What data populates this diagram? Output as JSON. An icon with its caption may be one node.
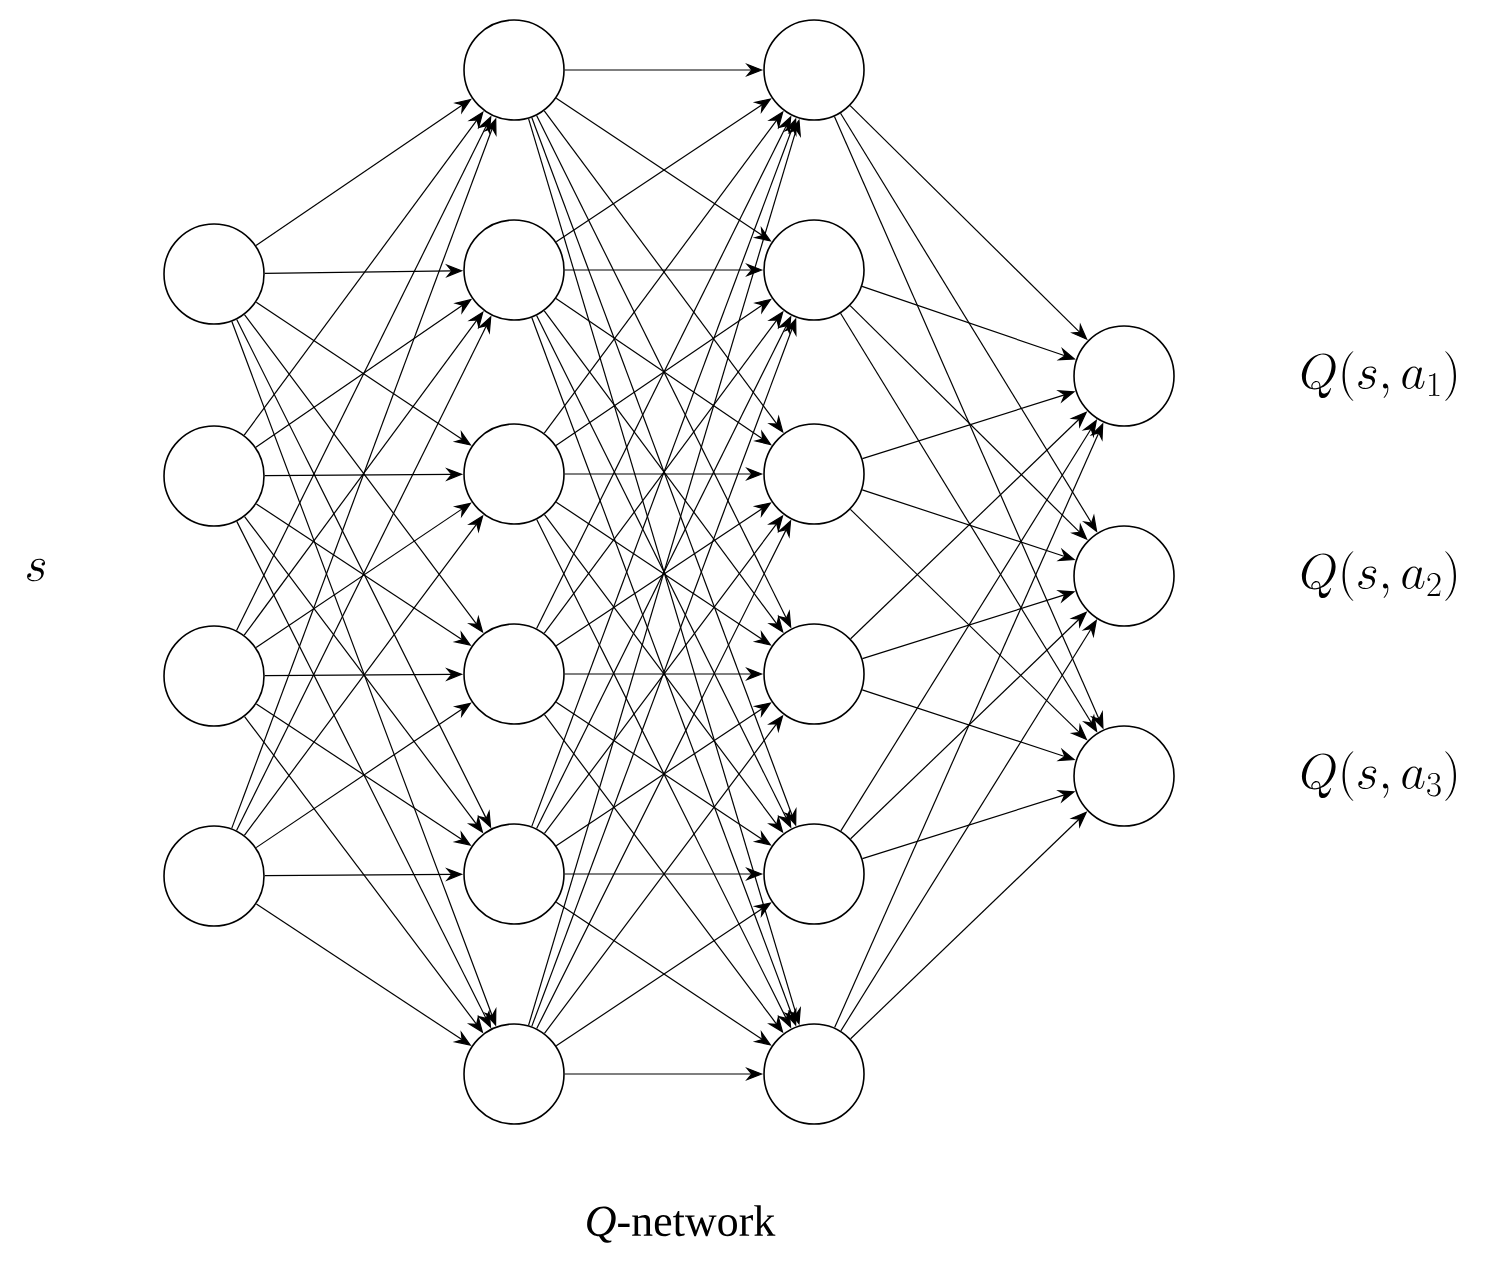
{
  "diagram": {
    "caption": "*Q*-network",
    "nodes": [
      {
        "text": [],
        "shape": "circle"
      },
      {
        "text": [],
        "shape": "circle"
      },
      {
        "text": [],
        "shape": "circle"
      },
      {
        "text": [],
        "shape": "circle"
      },
      {
        "text": [],
        "shape": "circle"
      },
      {
        "text": [],
        "shape": "circle"
      },
      {
        "text": [],
        "shape": "circle"
      },
      {
        "text": [],
        "shape": "circle"
      },
      {
        "text": [],
        "shape": "circle"
      },
      {
        "text": [],
        "shape": "circle"
      },
      {
        "text": [],
        "shape": "circle"
      },
      {
        "text": [],
        "shape": "circle"
      },
      {
        "text": [],
        "shape": "circle"
      },
      {
        "text": [],
        "shape": "circle"
      },
      {
        "text": [],
        "shape": "circle"
      },
      {
        "text": [],
        "shape": "circle"
      },
      {
        "text": [],
        "shape": "circle"
      },
      {
        "text": [],
        "shape": "circle"
      },
      {
        "text": [],
        "shape": "circle"
      }
    ],
    "edges": [
      {
        "from": 0,
        "to": 4,
        "arrow": "to"
      },
      {
        "from": 0,
        "to": 5,
        "arrow": "to"
      },
      {
        "from": 0,
        "to": 6,
        "arrow": "to"
      },
      {
        "from": 0,
        "to": 7,
        "arrow": "to"
      },
      {
        "from": 0,
        "to": 8,
        "arrow": "to"
      },
      {
        "from": 0,
        "to": 9,
        "arrow": "to"
      },
      {
        "from": 1,
        "to": 4,
        "arrow": "to"
      },
      {
        "from": 1,
        "to": 5,
        "arrow": "to"
      },
      {
        "from": 1,
        "to": 6,
        "arrow": "to"
      },
      {
        "from": 1,
        "to": 7,
        "arrow": "to"
      },
      {
        "from": 1,
        "to": 8,
        "arrow": "to"
      },
      {
        "from": 1,
        "to": 9,
        "arrow": "to"
      },
      {
        "from": 2,
        "to": 4,
        "arrow": "to"
      },
      {
        "from": 2,
        "to": 5,
        "arrow": "to"
      },
      {
        "from": 2,
        "to": 6,
        "arrow": "to"
      },
      {
        "from": 2,
        "to": 7,
        "arrow": "to"
      },
      {
        "from": 2,
        "to": 8,
        "arrow": "to"
      },
      {
        "from": 2,
        "to": 9,
        "arrow": "to"
      },
      {
        "from": 3,
        "to": 4,
        "arrow": "to"
      },
      {
        "from": 3,
        "to": 5,
        "arrow": "to"
      },
      {
        "from": 3,
        "to": 6,
        "arrow": "to"
      },
      {
        "from": 3,
        "to": 7,
        "arrow": "to"
      },
      {
        "from": 3,
        "to": 8,
        "arrow": "to"
      },
      {
        "from": 3,
        "to": 9,
        "arrow": "to"
      },
      {
        "from": 4,
        "to": 10,
        "arrow": "to"
      },
      {
        "from": 4,
        "to": 11,
        "arrow": "to"
      },
      {
        "from": 4,
        "to": 12,
        "arrow": "to"
      },
      {
        "from": 4,
        "to": 13,
        "arrow": "to"
      },
      {
        "from": 4,
        "to": 14,
        "arrow": "to"
      },
      {
        "from": 4,
        "to": 15,
        "arrow": "to"
      },
      {
        "from": 5,
        "to": 10,
        "arrow": "to"
      },
      {
        "from": 5,
        "to": 11,
        "arrow": "to"
      },
      {
        "from": 5,
        "to": 12,
        "arrow": "to"
      },
      {
        "from": 5,
        "to": 13,
        "arrow": "to"
      },
      {
        "from": 5,
        "to": 14,
        "arrow": "to"
      },
      {
        "from": 5,
        "to": 15,
        "arrow": "to"
      },
      {
        "from": 6,
        "to": 10,
        "arrow": "to"
      },
      {
        "from": 6,
        "to": 11,
        "arrow": "to"
      },
      {
        "from": 6,
        "to": 12,
        "arrow": "to"
      },
      {
        "from": 6,
        "to": 13,
        "arrow": "to"
      },
      {
        "from": 6,
        "to": 14,
        "arrow": "to"
      },
      {
        "from": 6,
        "to": 15,
        "arrow": "to"
      },
      {
        "from": 7,
        "to": 10,
        "arrow": "to"
      },
      {
        "from": 7,
        "to": 11,
        "arrow": "to"
      },
      {
        "from": 7,
        "to": 12,
        "arrow": "to"
      },
      {
        "from": 7,
        "to": 13,
        "arrow": "to"
      },
      {
        "from": 7,
        "to": 14,
        "arrow": "to"
      },
      {
        "from": 7,
        "to": 15,
        "arrow": "to"
      },
      {
        "from": 8,
        "to": 10,
        "arrow": "to"
      },
      {
        "from": 8,
        "to": 11,
        "arrow": "to"
      },
      {
        "from": 8,
        "to": 12,
        "arrow": "to"
      },
      {
        "from": 8,
        "to": 13,
        "arrow": "to"
      },
      {
        "from": 8,
        "to": 14,
        "arrow": "to"
      },
      {
        "from": 8,
        "to": 15,
        "arrow": "to"
      },
      {
        "from": 9,
        "to": 10,
        "arrow": "to"
      },
      {
        "from": 9,
        "to": 11,
        "arrow": "to"
      },
      {
        "from": 9,
        "to": 12,
        "arrow": "to"
      },
      {
        "from": 9,
        "to": 13,
        "arrow": "to"
      },
      {
        "from": 9,
        "to": 14,
        "arrow": "to"
      },
      {
        "from": 9,
        "to": 15,
        "arrow": "to"
      },
      {
        "from": 10,
        "to": 16,
        "arrow": "to"
      },
      {
        "from": 10,
        "to": 17,
        "arrow": "to"
      },
      {
        "from": 10,
        "to": 18,
        "arrow": "to"
      },
      {
        "from": 11,
        "to": 16,
        "arrow": "to"
      },
      {
        "from": 11,
        "to": 17,
        "arrow": "to"
      },
      {
        "from": 11,
        "to": 18,
        "arrow": "to"
      },
      {
        "from": 12,
        "to": 16,
        "arrow": "to"
      },
      {
        "from": 12,
        "to": 17,
        "arrow": "to"
      },
      {
        "from": 12,
        "to": 18,
        "arrow": "to"
      },
      {
        "from": 13,
        "to": 16,
        "arrow": "to"
      },
      {
        "from": 13,
        "to": 17,
        "arrow": "to"
      },
      {
        "from": 13,
        "to": 18,
        "arrow": "to"
      },
      {
        "from": 14,
        "to": 16,
        "arrow": "to"
      },
      {
        "from": 14,
        "to": 17,
        "arrow": "to"
      },
      {
        "from": 14,
        "to": 18,
        "arrow": "to"
      },
      {
        "from": 15,
        "to": 16,
        "arrow": "to"
      },
      {
        "from": 15,
        "to": 17,
        "arrow": "to"
      },
      {
        "from": 15,
        "to": 18,
        "arrow": "to"
      }
    ],
    "labels": [
      "Q(s, a_1)",
      "s",
      "Q(s, a_2)",
      "Q(s, a_3)"
    ]
  }
}
